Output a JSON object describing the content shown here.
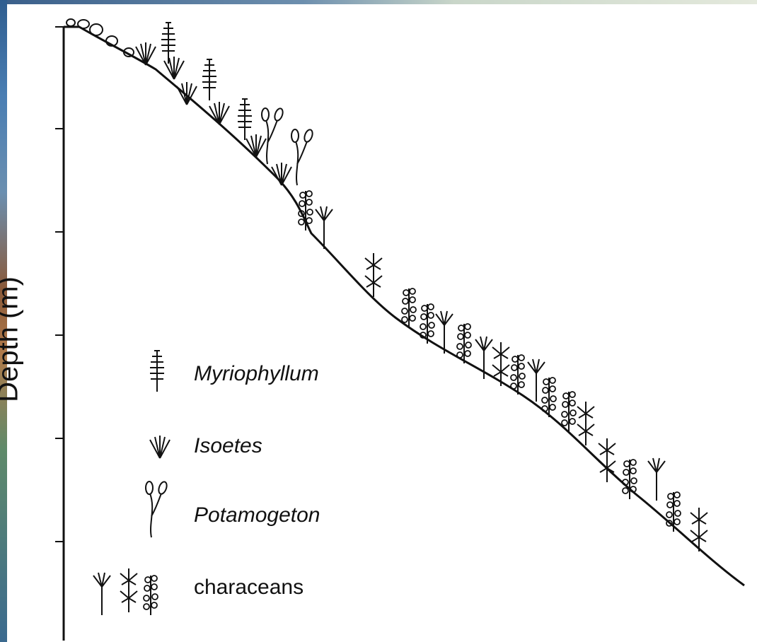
{
  "diagram": {
    "ylabel": "Depth (m)",
    "legend": [
      {
        "id": "myriophyllum",
        "label": "Myriophyllum",
        "italic": true,
        "icon": "myriophyllum-icon"
      },
      {
        "id": "isoetes",
        "label": "Isoetes",
        "italic": true,
        "icon": "isoetes-icon"
      },
      {
        "id": "potamogeton",
        "label": "Potamogeton",
        "italic": true,
        "icon": "potamogeton-icon"
      },
      {
        "id": "characeans",
        "label": "characeans",
        "italic": false,
        "icon": "characeans-icon"
      }
    ]
  }
}
